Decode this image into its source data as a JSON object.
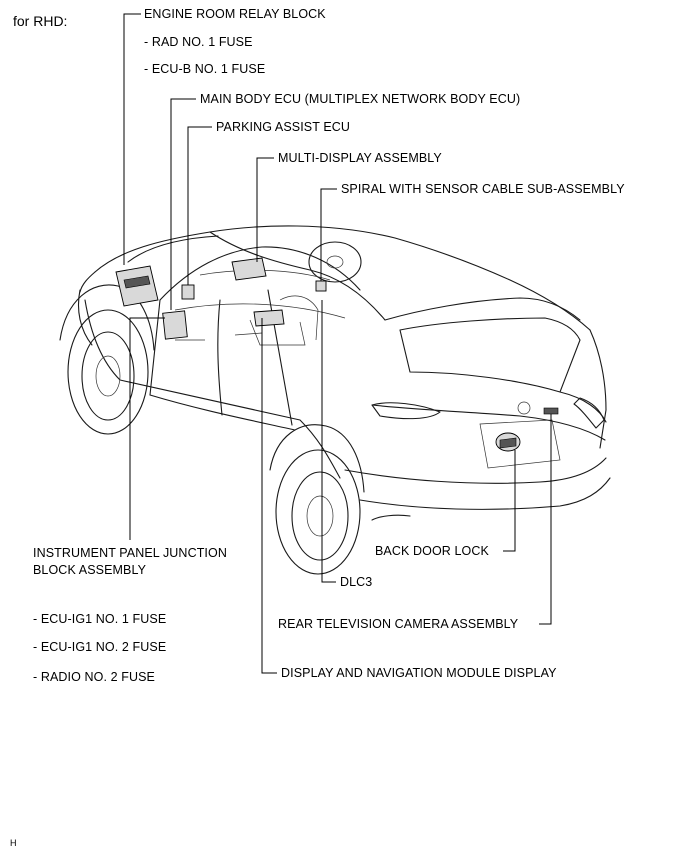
{
  "header": {
    "variant": "for RHD:"
  },
  "labels": {
    "engine_room_relay_block": "ENGINE ROOM RELAY BLOCK",
    "rad_no1_fuse": "- RAD NO. 1 FUSE",
    "ecu_b_no1_fuse": "- ECU-B NO. 1 FUSE",
    "main_body_ecu": "MAIN BODY ECU (MULTIPLEX NETWORK BODY ECU)",
    "parking_assist_ecu": "PARKING ASSIST ECU",
    "multi_display_assembly": "MULTI-DISPLAY ASSEMBLY",
    "spiral_cable": "SPIRAL WITH SENSOR CABLE SUB-ASSEMBLY",
    "ip_junction_block_line1": "INSTRUMENT PANEL JUNCTION",
    "ip_junction_block_line2": "BLOCK ASSEMBLY",
    "ecu_ig1_no1_fuse": "- ECU-IG1 NO. 1 FUSE",
    "ecu_ig1_no2_fuse": "- ECU-IG1 NO. 2 FUSE",
    "radio_no2_fuse": "- RADIO NO. 2 FUSE",
    "back_door_lock": "BACK DOOR LOCK",
    "dlc3": "DLC3",
    "rear_tv_camera": "REAR TELEVISION CAMERA ASSEMBLY",
    "display_nav_module": "DISPLAY AND NAVIGATION MODULE DISPLAY"
  },
  "footer": {
    "code": "H"
  }
}
